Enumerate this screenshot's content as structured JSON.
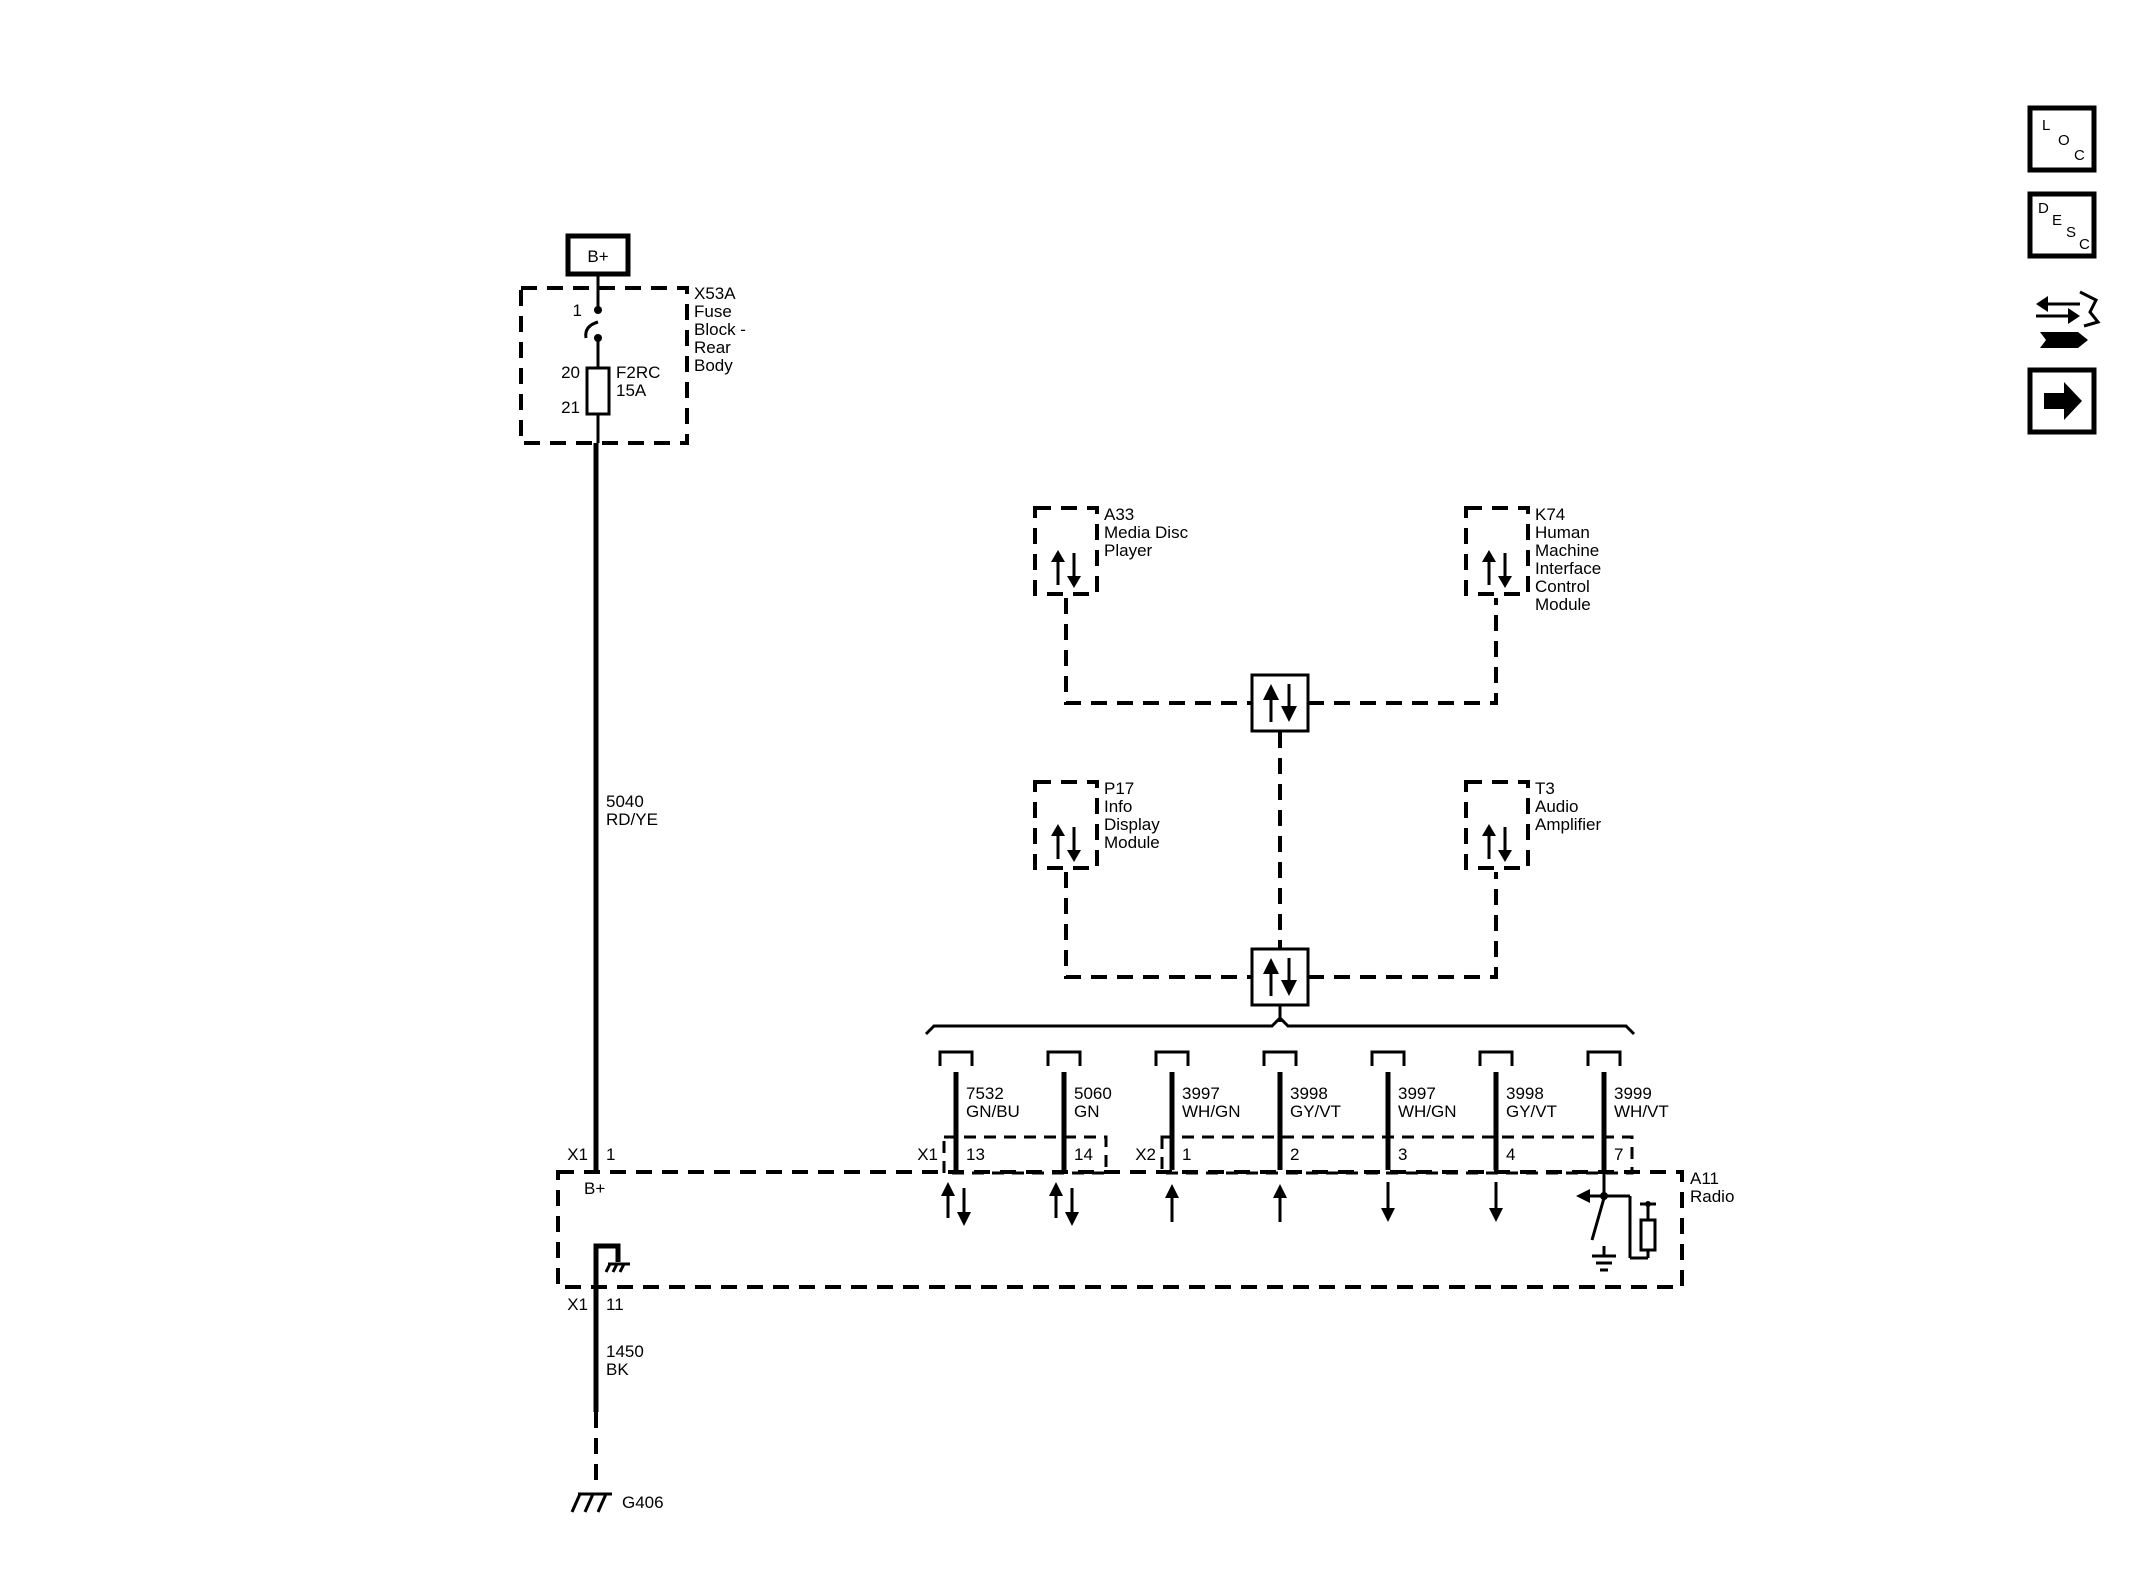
{
  "power": {
    "label": "B+"
  },
  "fuse_block": {
    "name": "X53A",
    "desc": [
      "Fuse",
      "Block -",
      "Rear",
      "Body"
    ],
    "pin_top": "1",
    "pin_in": "20",
    "pin_out": "21",
    "fuse_name": "F2RC",
    "fuse_rating": "15A"
  },
  "wire_power": {
    "circuit": "5040",
    "color": "RD/YE"
  },
  "wire_ground": {
    "circuit": "1450",
    "color": "BK"
  },
  "ground": {
    "label": "G406"
  },
  "modules": {
    "a33": {
      "name": "A33",
      "desc": [
        "Media Disc",
        "Player"
      ]
    },
    "k74": {
      "name": "K74",
      "desc": [
        "Human",
        "Machine",
        "Interface",
        "Control",
        "Module"
      ]
    },
    "p17": {
      "name": "P17",
      "desc": [
        "Info",
        "Display",
        "Module"
      ]
    },
    "t3": {
      "name": "T3",
      "desc": [
        "Audio",
        "Amplifier"
      ]
    }
  },
  "radio": {
    "name": "A11",
    "desc": "Radio",
    "bplus_label": "B+",
    "conn_power": "X1",
    "pin_power": "1",
    "conn_ground": "X1",
    "pin_ground": "11",
    "conn_x1": "X1",
    "conn_x2": "X2"
  },
  "signal_wires": [
    {
      "circuit": "7532",
      "color": "GN/BU",
      "pin": "13",
      "dir": "both"
    },
    {
      "circuit": "5060",
      "color": "GN",
      "pin": "14",
      "dir": "both"
    },
    {
      "circuit": "3997",
      "color": "WH/GN",
      "pin": "1",
      "dir": "up"
    },
    {
      "circuit": "3998",
      "color": "GY/VT",
      "pin": "2",
      "dir": "up"
    },
    {
      "circuit": "3997",
      "color": "WH/GN",
      "pin": "3",
      "dir": "down"
    },
    {
      "circuit": "3998",
      "color": "GY/VT",
      "pin": "4",
      "dir": "down"
    },
    {
      "circuit": "3999",
      "color": "WH/VT",
      "pin": "7",
      "dir": "switch"
    }
  ],
  "side_icons": {
    "loc": {
      "letters": [
        "L",
        "O",
        "C"
      ],
      "icon": "location-icon"
    },
    "desc": {
      "letters": [
        "D",
        "E",
        "S",
        "C"
      ],
      "icon": "description-icon"
    },
    "connector": {
      "icon": "connector-repair-icon"
    },
    "next": {
      "icon": "arrow-right-icon"
    }
  }
}
